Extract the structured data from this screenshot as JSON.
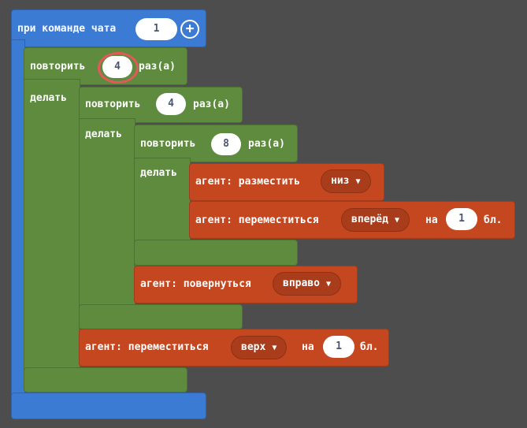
{
  "event": {
    "label": "при команде чата",
    "command": "1"
  },
  "loop1": {
    "label": "повторить",
    "count": "4",
    "suffix": "раз(а)",
    "do": "делать"
  },
  "loop2": {
    "label": "повторить",
    "count": "4",
    "suffix": "раз(а)",
    "do": "делать"
  },
  "loop3": {
    "label": "повторить",
    "count": "8",
    "suffix": "раз(а)",
    "do": "делать"
  },
  "place": {
    "label": "агент: разместить",
    "value": "низ"
  },
  "move1": {
    "label": "агент: переместиться",
    "direction": "вперёд",
    "on": "на",
    "amount": "1",
    "unit": "бл."
  },
  "turn": {
    "label": "агент: повернуться",
    "direction": "вправо"
  },
  "move2": {
    "label": "агент: переместиться",
    "direction": "верх",
    "on": "на",
    "amount": "1",
    "unit": "бл."
  },
  "icons": {
    "dropdown": "▼",
    "add": "+"
  }
}
